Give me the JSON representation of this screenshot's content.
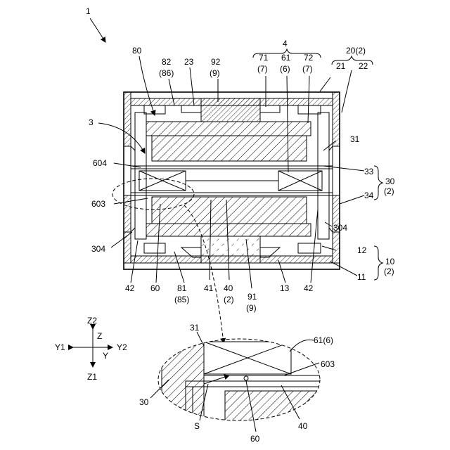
{
  "figure": {
    "main_ref": "1",
    "labels": {
      "l4": "4",
      "l20": "20(2)",
      "l80": "80",
      "l82": "82",
      "l86": "(86)",
      "l23": "23",
      "l92": "92",
      "l9t": "(9)",
      "l71": "71",
      "l7a": "(7)",
      "l61": "61",
      "l6": "(6)",
      "l72": "72",
      "l7b": "(7)",
      "l21": "21",
      "l22": "22",
      "l3": "3",
      "l31": "31",
      "l604": "604",
      "l33": "33",
      "l30": "30",
      "l2a": "(2)",
      "l603": "603",
      "l34": "34",
      "l304r": "304",
      "l304l": "304",
      "l12": "12",
      "l10": "10",
      "l2b": "(2)",
      "l11": "11",
      "l42l": "42",
      "l60": "60",
      "l81": "81",
      "l85": "(85)",
      "l41": "41",
      "l40": "40",
      "l2c": "(2)",
      "l91": "91",
      "l9b": "(9)",
      "l13": "13",
      "l42r": "42"
    },
    "axes": {
      "z2": "Z2",
      "z": "Z",
      "z1": "Z1",
      "y1": "Y1",
      "y": "Y",
      "y2": "Y2"
    },
    "detail": {
      "d31": "31",
      "d61": "61(6)",
      "d603": "603",
      "d30": "30",
      "dS": "S",
      "d60": "60",
      "d40": "40"
    }
  }
}
